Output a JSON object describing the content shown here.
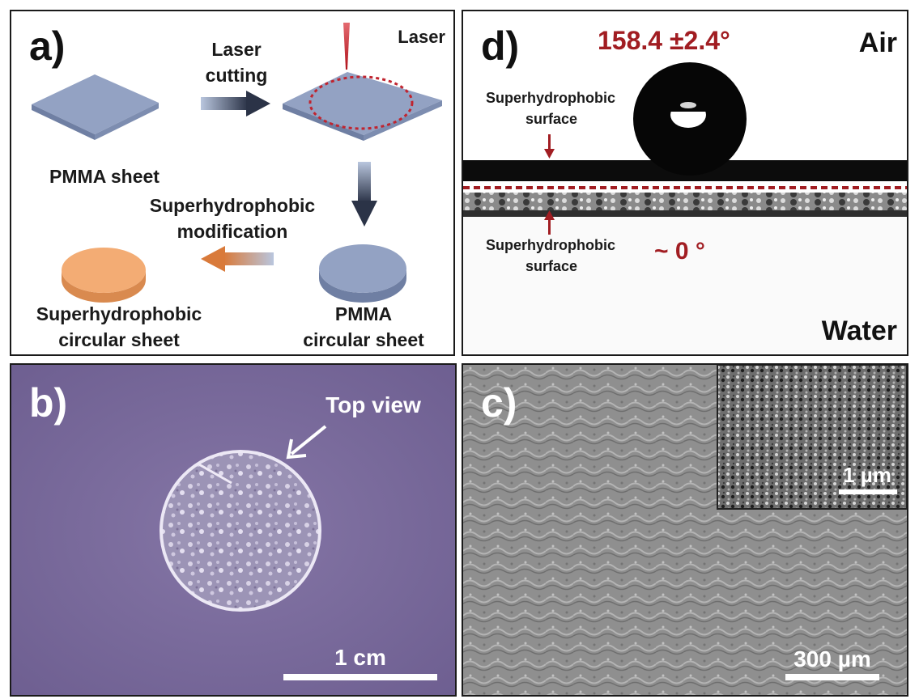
{
  "panel_a": {
    "tag": "a)",
    "laser_label": "Laser",
    "laser_cutting_line1": "Laser",
    "laser_cutting_line2": "cutting",
    "pmma_sheet": "PMMA sheet",
    "modification_line1": "Superhydrophobic",
    "modification_line2": "modification",
    "pmma_circular_line1": "PMMA",
    "pmma_circular_line2": "circular sheet",
    "super_circular_line1": "Superhydrophobic",
    "super_circular_line2": "circular sheet",
    "colors": {
      "sheet": "#8f9ebf",
      "orange_disk": "#f0a46a",
      "laser": "#c0242f",
      "arrow_blue": "#2b3347",
      "arrow_orange": "#d97a3a"
    }
  },
  "panel_b": {
    "tag": "b)",
    "top_view": "Top view",
    "scale": "1 cm",
    "colors": {
      "background": "#7a6a9c"
    }
  },
  "panel_c": {
    "tag": "c)",
    "inset_scale": "1 µm",
    "scale": "300 µm"
  },
  "panel_d": {
    "tag": "d)",
    "angle": "158.4 ±2.4°",
    "air": "Air",
    "water": "Water",
    "upper_label_line1": "Superhydrophobic",
    "upper_label_line2": "surface",
    "lower_label_line1": "Superhydrophobic",
    "lower_label_line2": "surface",
    "water_angle": "~ 0 °",
    "colors": {
      "accent": "#a11d22"
    }
  }
}
